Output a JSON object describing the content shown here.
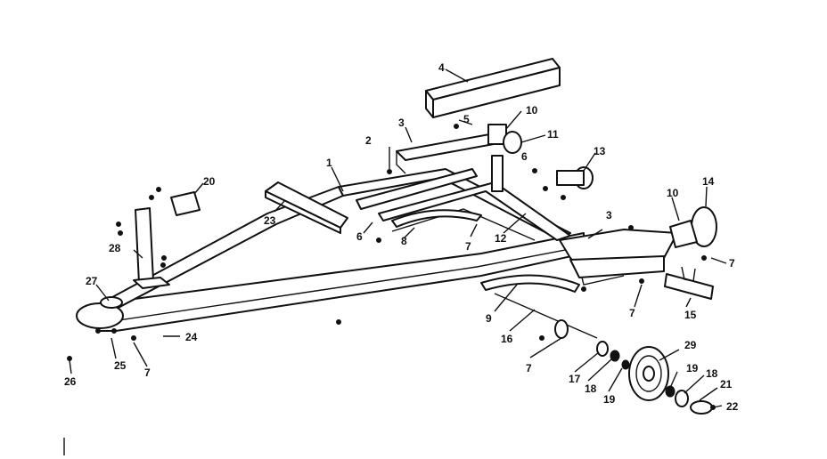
{
  "diagram": {
    "labels": [
      {
        "id": "l4",
        "text": "4"
      },
      {
        "id": "l5",
        "text": "5"
      },
      {
        "id": "l3a",
        "text": "3"
      },
      {
        "id": "l10a",
        "text": "10"
      },
      {
        "id": "l11",
        "text": "11"
      },
      {
        "id": "l2",
        "text": "2"
      },
      {
        "id": "l1",
        "text": "1"
      },
      {
        "id": "l6a",
        "text": "6"
      },
      {
        "id": "l13",
        "text": "13"
      },
      {
        "id": "l20",
        "text": "20"
      },
      {
        "id": "l23",
        "text": "23"
      },
      {
        "id": "l6b",
        "text": "6"
      },
      {
        "id": "l8a",
        "text": "8"
      },
      {
        "id": "l7a",
        "text": "7"
      },
      {
        "id": "l12",
        "text": "12"
      },
      {
        "id": "l3b",
        "text": "3"
      },
      {
        "id": "l10b",
        "text": "10"
      },
      {
        "id": "l14",
        "text": "14"
      },
      {
        "id": "l28",
        "text": "28"
      },
      {
        "id": "l7b",
        "text": "7"
      },
      {
        "id": "l27",
        "text": "27"
      },
      {
        "id": "l7c",
        "text": "7"
      },
      {
        "id": "l15",
        "text": "15"
      },
      {
        "id": "l9",
        "text": "9"
      },
      {
        "id": "l16",
        "text": "16"
      },
      {
        "id": "l24",
        "text": "24"
      },
      {
        "id": "l25",
        "text": "25"
      },
      {
        "id": "l7d",
        "text": "7"
      },
      {
        "id": "l26",
        "text": "26"
      },
      {
        "id": "l7e",
        "text": "7"
      },
      {
        "id": "l29",
        "text": "29"
      },
      {
        "id": "l17",
        "text": "17"
      },
      {
        "id": "l18a",
        "text": "18"
      },
      {
        "id": "l19a",
        "text": "19"
      },
      {
        "id": "l19b",
        "text": "19"
      },
      {
        "id": "l18b",
        "text": "18"
      },
      {
        "id": "l21",
        "text": "21"
      },
      {
        "id": "l22",
        "text": "22"
      }
    ]
  }
}
